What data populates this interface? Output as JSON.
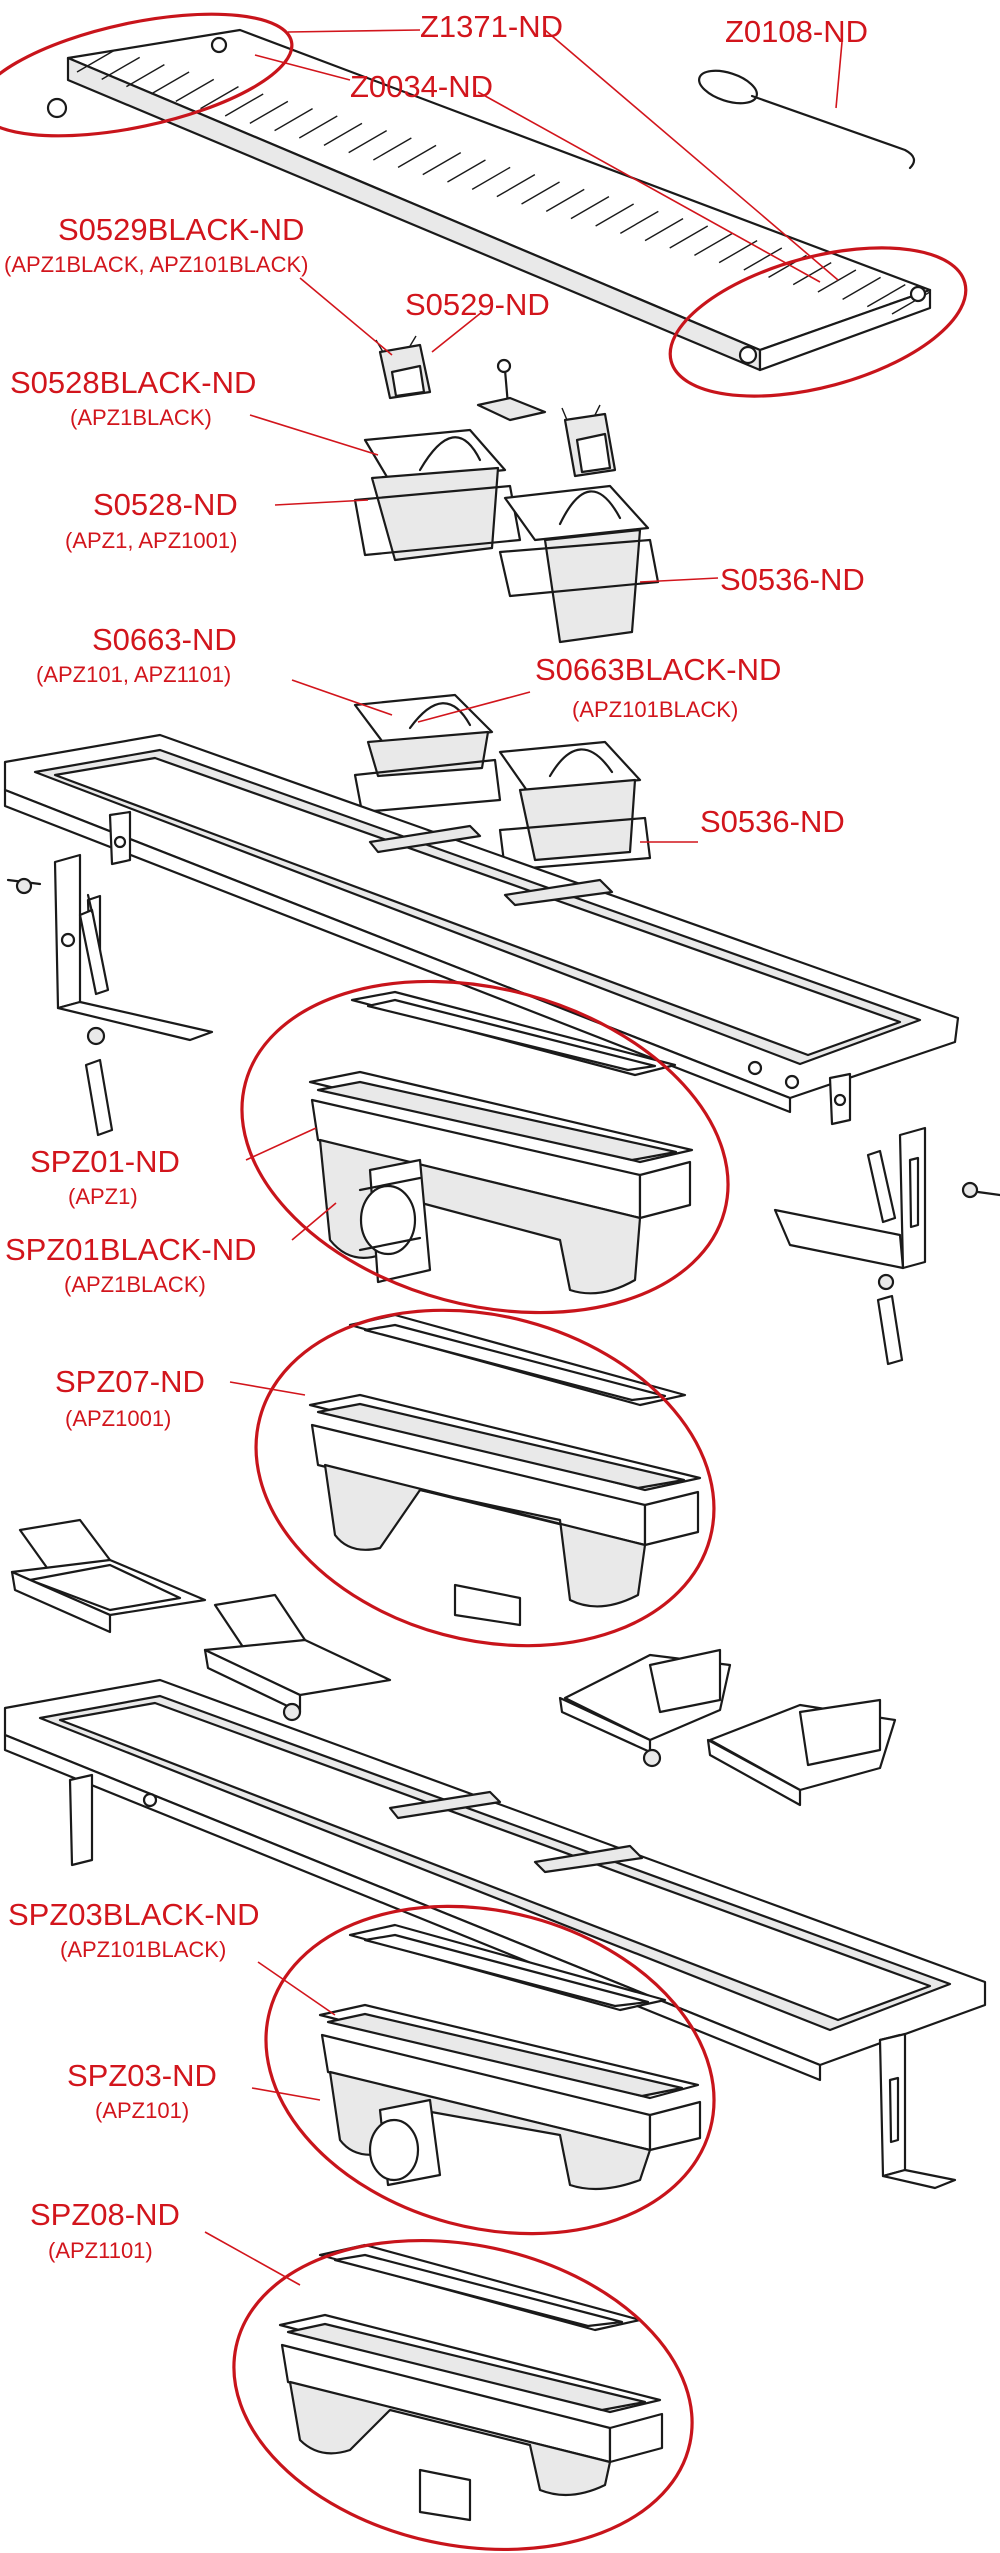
{
  "labels": {
    "z1371": "Z1371-ND",
    "z0108": "Z0108-ND",
    "z0034": "Z0034-ND",
    "s0529black": "S0529BLACK-ND",
    "s0529black_sub": "(APZ1BLACK, APZ101BLACK)",
    "s0529": "S0529-ND",
    "s0528black": "S0528BLACK-ND",
    "s0528black_sub": "(APZ1BLACK)",
    "s0528": "S0528-ND",
    "s0528_sub": "(APZ1, APZ1001)",
    "s0536_a": "S0536-ND",
    "s0663": "S0663-ND",
    "s0663_sub": "(APZ101, APZ1101)",
    "s0663black": "S0663BLACK-ND",
    "s0663black_sub": "(APZ101BLACK)",
    "s0536_b": "S0536-ND",
    "spz01": "SPZ01-ND",
    "spz01_sub": "(APZ1)",
    "spz01black": "SPZ01BLACK-ND",
    "spz01black_sub": "(APZ1BLACK)",
    "spz07": "SPZ07-ND",
    "spz07_sub": "(APZ1001)",
    "spz03black": "SPZ03BLACK-ND",
    "spz03black_sub": "(APZ101BLACK)",
    "spz03": "SPZ03-ND",
    "spz03_sub": "(APZ101)",
    "spz08": "SPZ08-ND",
    "spz08_sub": "(APZ1101)"
  },
  "colors": {
    "label": "#d2151c",
    "highlight_oval": "#c8141b",
    "linework": "#1a1a1a"
  }
}
